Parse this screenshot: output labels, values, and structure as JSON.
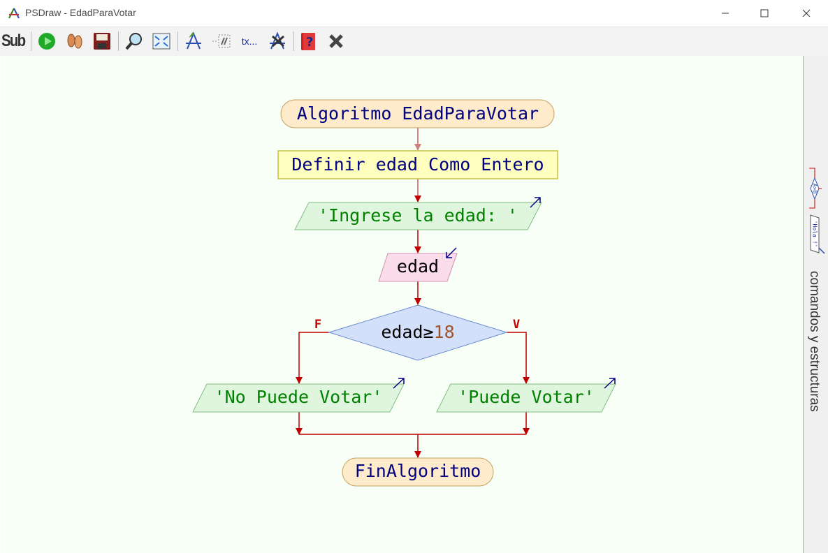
{
  "window": {
    "title": "PSDraw - EdadParaVotar",
    "controls": {
      "minimize": "minimize-icon",
      "maximize": "maximize-icon",
      "close": "close-icon"
    }
  },
  "toolbar": {
    "sub_label": "Sub",
    "buttons": [
      "run-icon",
      "step-by-step-icon",
      "save-icon",
      "zoom-icon",
      "fit-screen-icon",
      "edit-flow-icon",
      "comment-icon",
      "text-icon",
      "delete-flow-icon",
      "help-icon",
      "close-flow-icon"
    ],
    "text_button_label": "tx..."
  },
  "flowchart": {
    "start": "Algoritmo EdadParaVotar",
    "define": "Definir edad Como Entero",
    "output1": "'Ingrese la edad: '",
    "input1": "edad",
    "decision": {
      "lhs": "edad≥",
      "rhs": "18",
      "false_label": "F",
      "true_label": "V"
    },
    "false_output": "'No Puede Votar'",
    "true_output": "'Puede Votar'",
    "end": "FinAlgoritmo"
  },
  "side_panel": {
    "label": "comandos y estructuras",
    "decision_icon_text": "A>B",
    "output_icon_text": "'Hola !'"
  },
  "colors": {
    "canvas": "#f8fff6",
    "arrow": "#c00000",
    "keyword": "#000080",
    "string": "#008000",
    "number": "#a0522d",
    "terminal_fill": "#fdebcc",
    "define_fill": "#ffffc0",
    "output_fill": "#dff5dd",
    "input_fill": "#fadcea",
    "decision_fill": "#d3e0f9"
  }
}
